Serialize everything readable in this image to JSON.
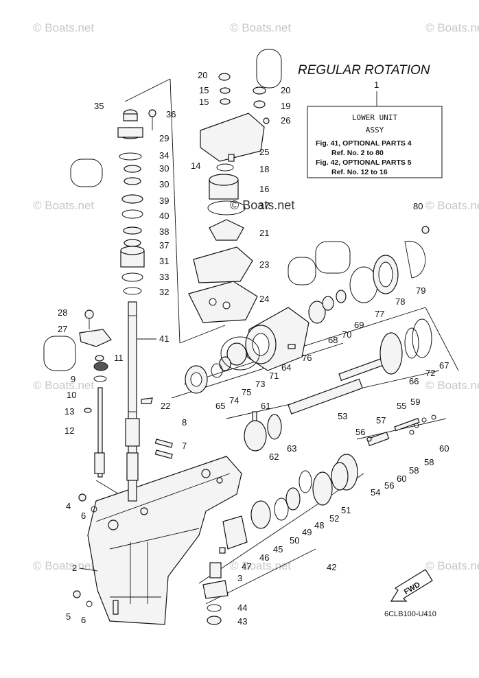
{
  "title": "REGULAR ROTATION",
  "watermark": "© Boats.net",
  "info_box": {
    "ref": "1",
    "line1": "LOWER UNIT",
    "line2": "ASSY",
    "line3": "Fig. 41, OPTIONAL PARTS 4",
    "line4": "Ref. No. 2 to 80",
    "line5": "Fig. 42, OPTIONAL PARTS 5",
    "line6": "Ref. No. 12 to 16"
  },
  "fwd_label": "FWD",
  "diagram_code": "6CLB100-U410",
  "callouts": [
    "2",
    "3",
    "4",
    "5",
    "6",
    "6",
    "7",
    "8",
    "9",
    "10",
    "11",
    "12",
    "13",
    "14",
    "15",
    "15",
    "16",
    "17",
    "18",
    "19",
    "20",
    "20",
    "21",
    "22",
    "23",
    "24",
    "25",
    "26",
    "27",
    "28",
    "29",
    "30",
    "30",
    "31",
    "32",
    "33",
    "34",
    "35",
    "36",
    "37",
    "38",
    "39",
    "40",
    "41",
    "42",
    "43",
    "44",
    "45",
    "46",
    "47",
    "48",
    "49",
    "50",
    "51",
    "52",
    "53",
    "54",
    "55",
    "56",
    "56",
    "57",
    "58",
    "58",
    "59",
    "60",
    "60",
    "61",
    "62",
    "63",
    "64",
    "65",
    "66",
    "67",
    "68",
    "69",
    "70",
    "71",
    "72",
    "73",
    "74",
    "75",
    "76",
    "77",
    "78",
    "79",
    "80"
  ]
}
